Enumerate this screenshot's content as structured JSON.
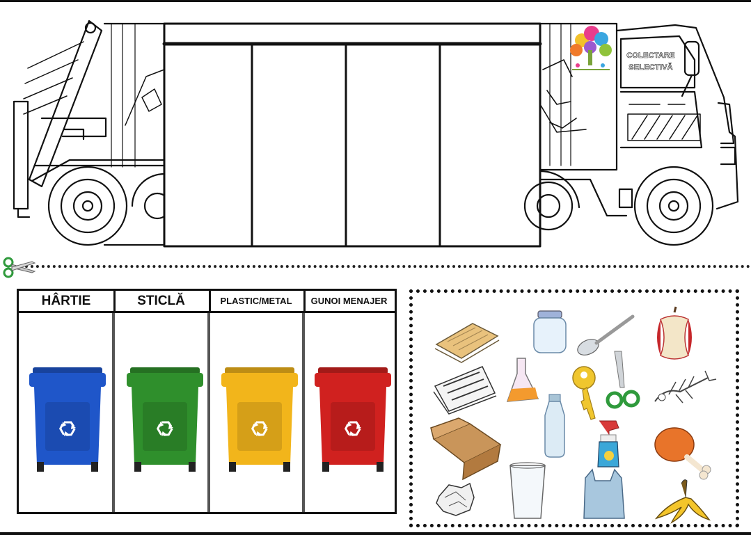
{
  "truck": {
    "label_line1": "COLECTARE",
    "label_line2": "SELECTIVĂ",
    "logo_icon": "colorful-tree-logo-icon"
  },
  "cut_icon": "scissors-icon",
  "bins": [
    {
      "label": "HÂRTIE",
      "color": "#1f56c9",
      "icon": "recycle-icon"
    },
    {
      "label": "STICLĂ",
      "color": "#2f8f2c",
      "icon": "recycle-icon"
    },
    {
      "label": "PLASTIC/METAL",
      "color": "#f2b51b",
      "icon": "recycle-icon"
    },
    {
      "label": "GUNOI MENAJER",
      "color": "#d0211f",
      "icon": "recycle-icon"
    }
  ],
  "items": [
    "paper-sheets-icon",
    "glass-jar-icon",
    "metal-spoon-icon",
    "apple-core-icon",
    "newspaper-icon",
    "glass-flask-icon",
    "metal-key-icon",
    "scissors-item-icon",
    "fish-bone-icon",
    "cardboard-box-icon",
    "glass-bottle-icon",
    "spray-bottle-icon",
    "chicken-leg-icon",
    "crumpled-paper-icon",
    "drinking-glass-icon",
    "plastic-bag-icon",
    "banana-peel-icon"
  ]
}
